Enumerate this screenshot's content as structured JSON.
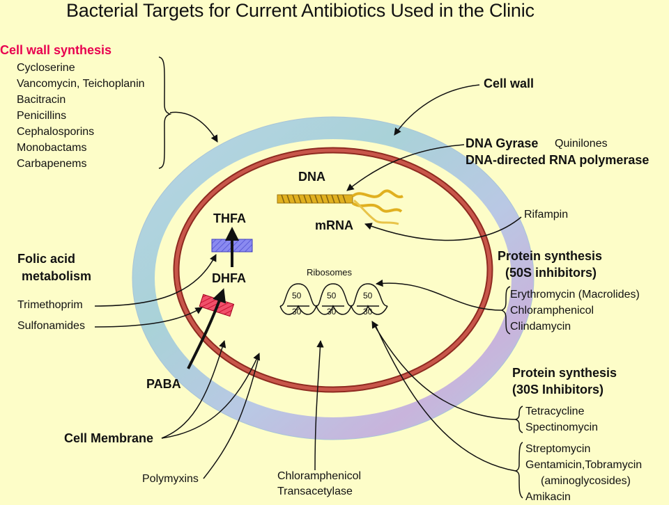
{
  "title": "Bacterial Targets for Current Antibiotics Used in the Clinic",
  "cell_wall_synthesis": {
    "header": "Cell wall synthesis",
    "drugs": [
      "Cycloserine",
      "Vancomycin, Teichoplanin",
      "Bacitracin",
      "Penicillins",
      "Cephalosporins",
      "Monobactams",
      "Carbapenems"
    ]
  },
  "cell_wall_label": "Cell wall",
  "dna_gyrase": {
    "label": "DNA Gyrase",
    "drug": "Quinilones"
  },
  "rna_polymerase_label": "DNA-directed RNA polymerase",
  "rifampin": "Rifampin",
  "dna_label": "DNA",
  "mrna_label": "mRNA",
  "thfa_label": "THFA",
  "dhfa_label": "DHFA",
  "paba_label": "PABA",
  "folic_acid": {
    "line1": "Folic acid",
    "line2": "metabolism"
  },
  "trimethoprim": "Trimethoprim",
  "sulfonamides": "Sulfonamides",
  "ribosomes_label": "Ribosomes",
  "ribosome_units": {
    "large": "50",
    "small": "30"
  },
  "protein_50s": {
    "line1": "Protein synthesis",
    "line2": "(50S inhibitors)",
    "drugs": [
      "Erythromycin (Macrolides)",
      "Chloramphenicol",
      "Clindamycin"
    ]
  },
  "protein_30s": {
    "line1": "Protein synthesis",
    "line2": "(30S Inhibitors)",
    "drugs_a": [
      "Tetracycline",
      "Spectinomycin"
    ],
    "drugs_b": [
      "Streptomycin",
      "Gentamicin,Tobramycin",
      "(aminoglycosides)",
      "Amikacin"
    ]
  },
  "cell_membrane_label": "Cell Membrane",
  "polymyxins": "Polymyxins",
  "chloramphenicol_transacetylase": {
    "line1": "Chloramphenicol",
    "line2": "Transacetylase"
  },
  "colors": {
    "background": "#fdfdc8",
    "header_pink": "#e8004f",
    "membrane": "#c0392b",
    "thfa_box": "#7b7bea",
    "sulfa_box": "#e8264a"
  }
}
